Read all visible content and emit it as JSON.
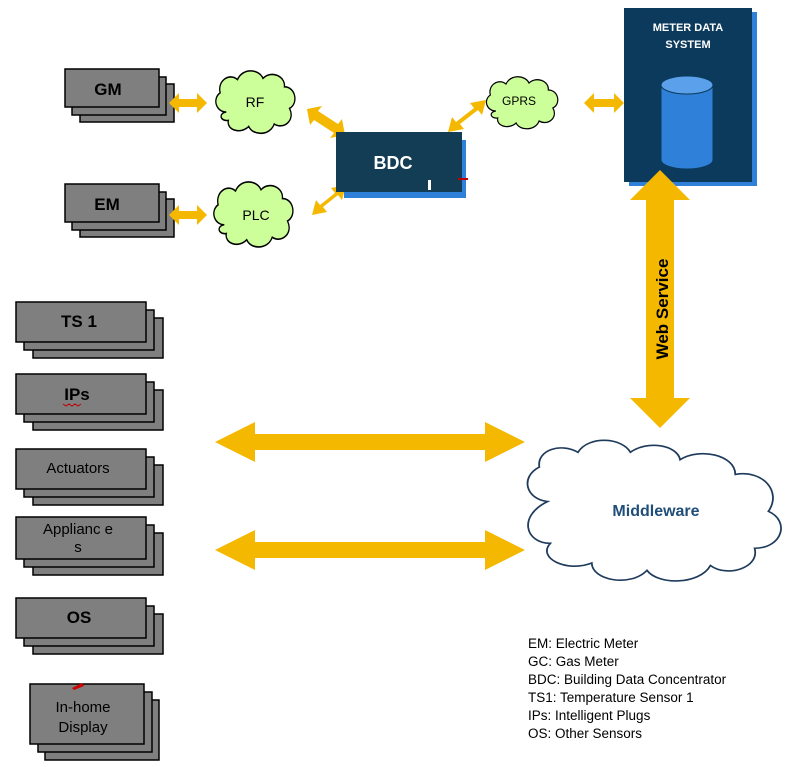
{
  "devices": {
    "gm": "GM",
    "em": "EM",
    "ts1": "TS 1",
    "ips": "IPs",
    "actuators": "Actuators",
    "appliances_line1": "Applianc e",
    "appliances_line2": "s",
    "os": "OS",
    "display_line1": "In-home",
    "display_line2": "Display"
  },
  "networks": {
    "rf": "RF",
    "plc": "PLC",
    "gprs": "GPRS"
  },
  "bdc": "BDC",
  "meter_system": {
    "line1": "METER DATA",
    "line2": "SYSTEM"
  },
  "web_service": "Web Service",
  "middleware": "Middleware",
  "legend": [
    "EM: Electric Meter",
    "GC: Gas Meter",
    "BDC: Building Data Concentrator",
    "TS1: Temperature Sensor 1",
    "IPs: Intelligent Plugs",
    "OS: Other Sensors"
  ],
  "colors": {
    "device_fill": "#7f7f7f",
    "cloud_fill": "#ccff99",
    "cloud_stroke": "#000000",
    "bdc_fill": "#133c55",
    "meter_fill": "#0b3a5c",
    "database_fill": "#2f80d8",
    "arrow": "#f5b800",
    "middleware_text": "#1f4e79"
  }
}
